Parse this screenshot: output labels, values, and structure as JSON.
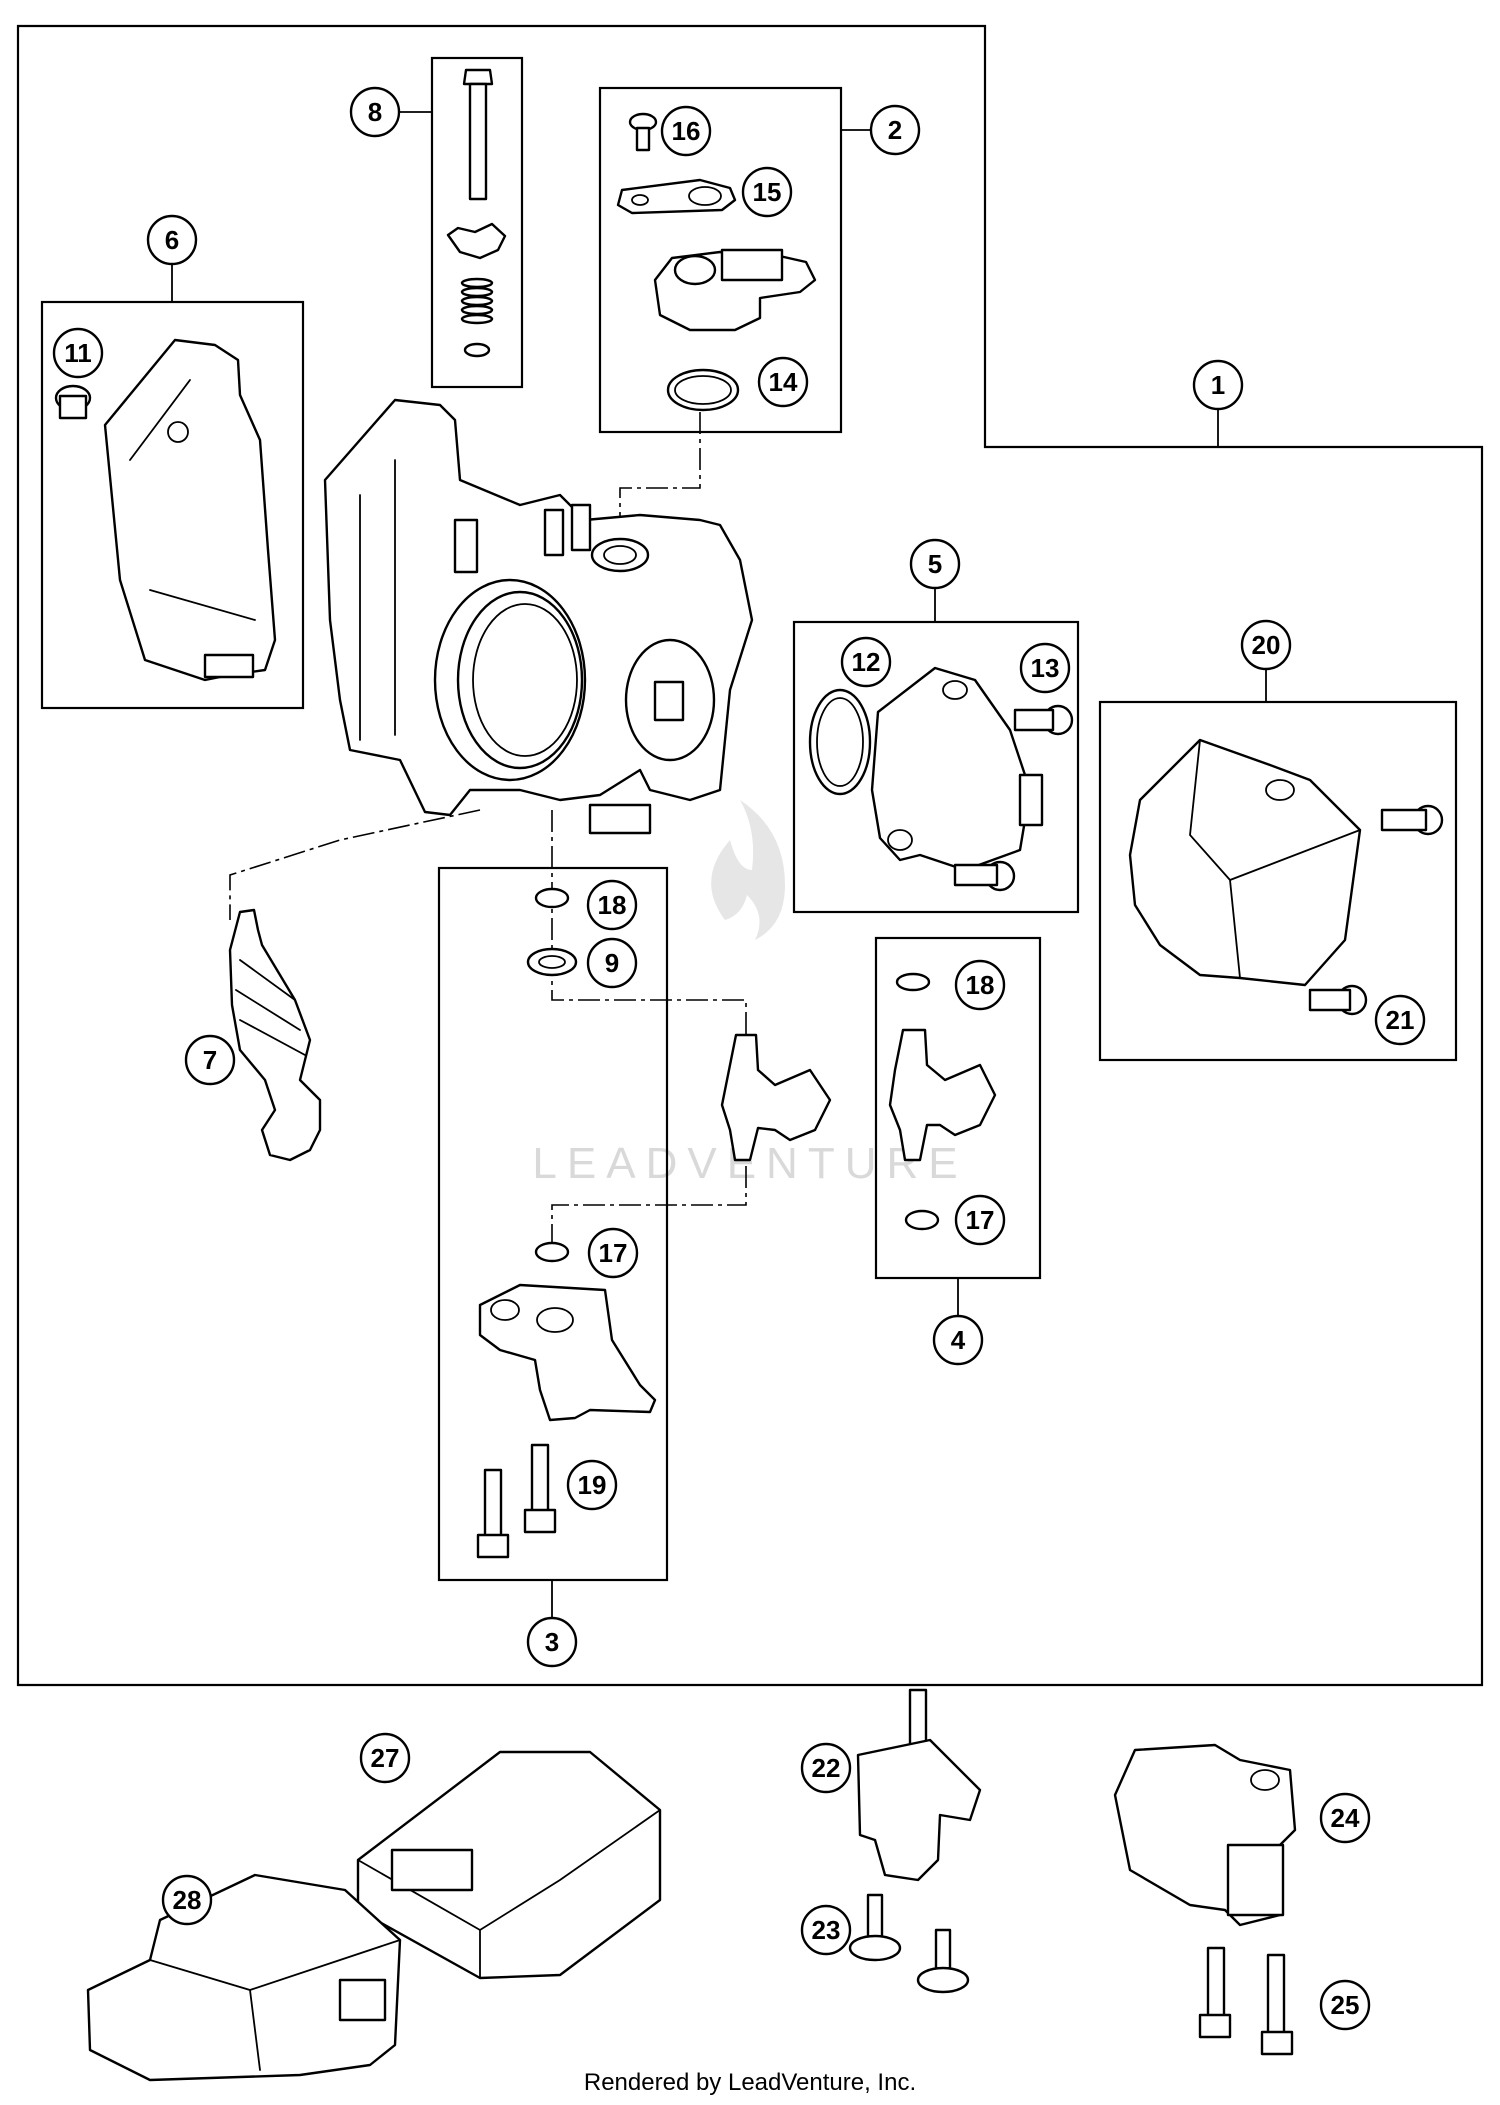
{
  "callouts": [
    "1",
    "2",
    "3",
    "4",
    "5",
    "6",
    "7",
    "8",
    "9",
    "11",
    "12",
    "13",
    "14",
    "15",
    "16",
    "17",
    "17",
    "18",
    "18",
    "19",
    "20",
    "21",
    "22",
    "23",
    "24",
    "25",
    "27",
    "28"
  ],
  "watermark": "LEADVENTURE",
  "footer": "Rendered by LeadVenture, Inc."
}
